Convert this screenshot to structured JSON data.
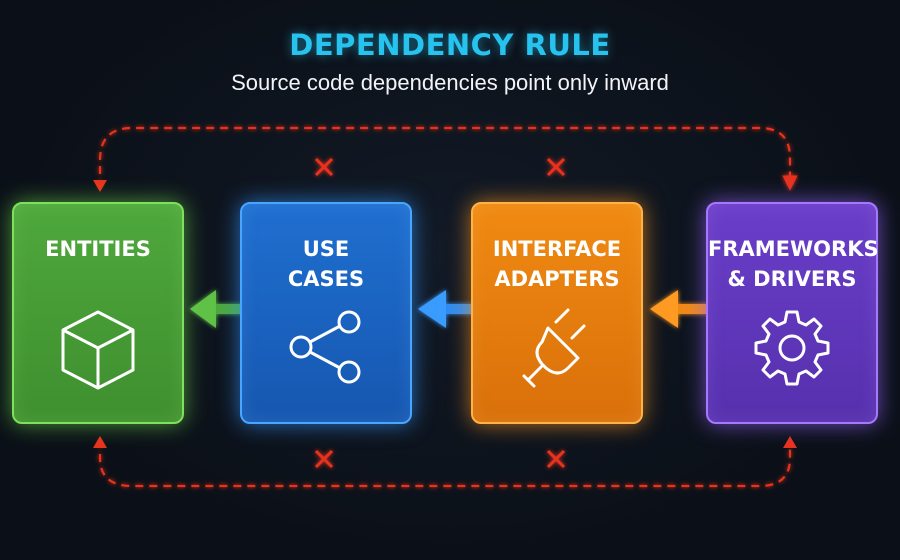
{
  "title": "DEPENDENCY RULE",
  "subtitle": "Source code dependencies point only inward",
  "layers": [
    {
      "label": "ENTITIES",
      "icon": "cube-icon",
      "color": "#4ea83c"
    },
    {
      "label": "USE\nCASES",
      "icon": "share-nodes-icon",
      "color": "#1f6fd0"
    },
    {
      "label": "INTERFACE\nADAPTERS",
      "icon": "plug-icon",
      "color": "#f08a12"
    },
    {
      "label": "FRAMEWORKS\n& DRIVERS",
      "icon": "gear-icon",
      "color": "#6a3ec9"
    }
  ],
  "dependency_arrows": [
    {
      "from": "USE CASES",
      "to": "ENTITIES",
      "color": "#4ea83c"
    },
    {
      "from": "INTERFACE ADAPTERS",
      "to": "USE CASES",
      "color": "#2d8cf0"
    },
    {
      "from": "FRAMEWORKS & DRIVERS",
      "to": "INTERFACE ADAPTERS",
      "color": "#f08a12"
    }
  ],
  "forbidden_dependencies": {
    "color": "#e8321f",
    "marker": "✕"
  }
}
